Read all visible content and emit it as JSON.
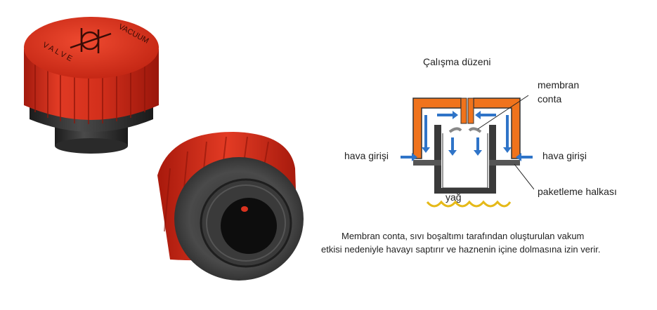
{
  "products": {
    "cap_top_text": "VACUUM",
    "cap_side_text": "VALVE"
  },
  "diagram": {
    "title": "Çalışma düzeni",
    "labels": {
      "membrane": "membran",
      "seal": "conta",
      "air_in_left": "hava girişi",
      "air_in_right": "hava girişi",
      "packing_ring": "paketleme halkası",
      "oil": "yağ"
    },
    "caption_line1": "Membran conta, sıvı boşaltımı tarafından oluşturulan vakum",
    "caption_line2": "etkisi nedeniyle havayı saptırır ve haznenin içine dolmasına izin verir."
  },
  "colors": {
    "cap_red": "#d8321f",
    "cap_orange": "#f0731c",
    "body_dark": "#3a3a3a",
    "arrow_blue": "#2f74c8"
  }
}
